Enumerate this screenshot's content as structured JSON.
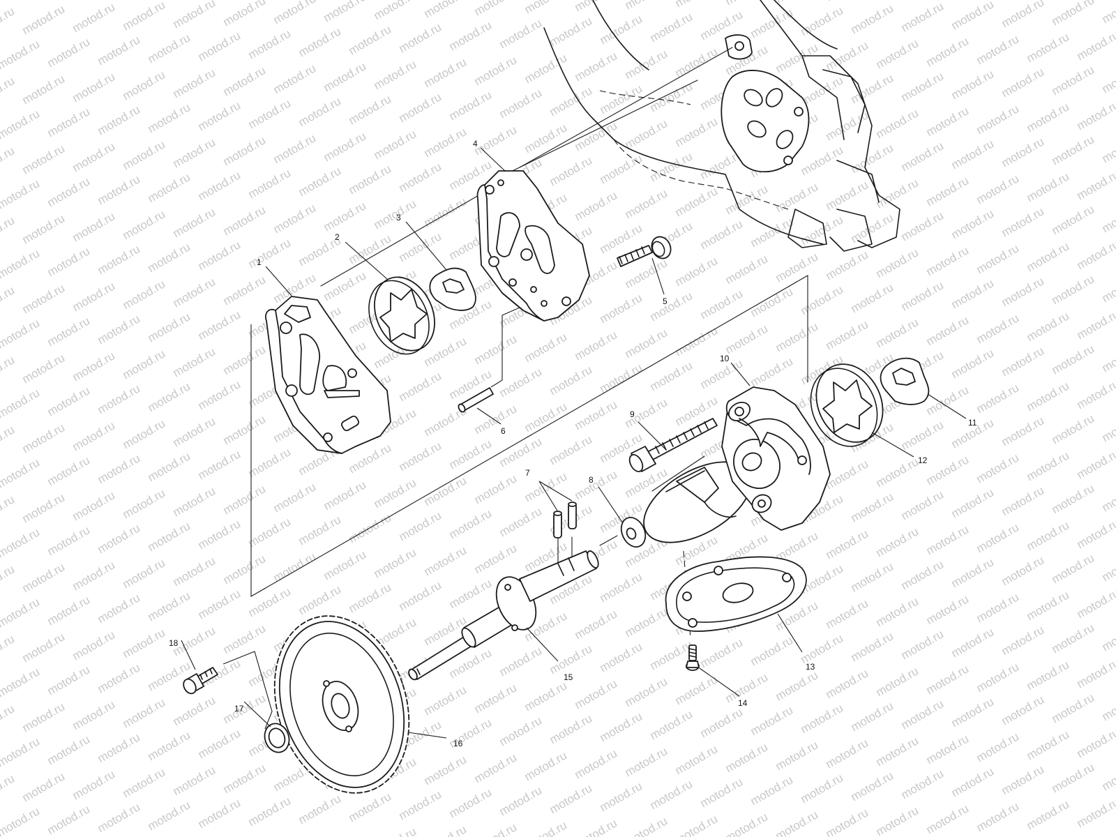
{
  "watermark": {
    "text": "motod.ru",
    "color": "#c8c8c8"
  },
  "line_color": "#1a1a1a",
  "callouts": {
    "c1": "1",
    "c2": "2",
    "c3": "3",
    "c4": "4",
    "c5": "5",
    "c6": "6",
    "c7": "7",
    "c8": "8",
    "c9": "9",
    "c10": "10",
    "c11": "11",
    "c12": "12",
    "c13": "13",
    "c14": "14",
    "c15": "15",
    "c16": "16",
    "c17": "17",
    "c18": "18"
  }
}
